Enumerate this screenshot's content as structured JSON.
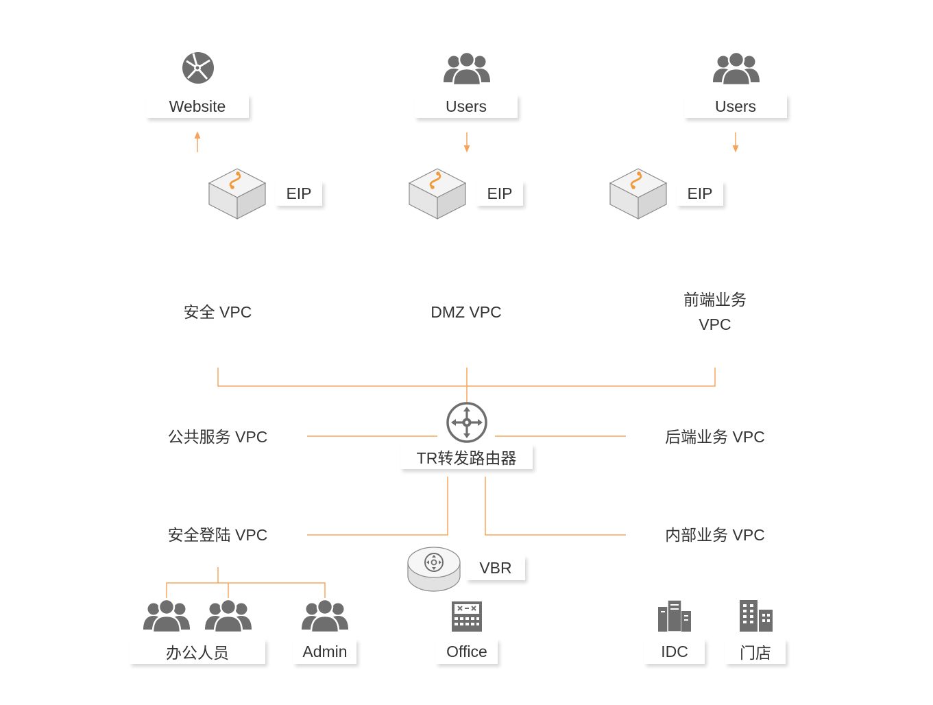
{
  "top": {
    "website": "Website",
    "users_1": "Users",
    "users_2": "Users"
  },
  "eip": {
    "label_1": "EIP",
    "label_2": "EIP",
    "label_3": "EIP"
  },
  "vpcs": {
    "security": "安全 VPC",
    "dmz": "DMZ VPC",
    "frontend_line1": "前端业务",
    "frontend_line2": "VPC",
    "public_service": "公共服务 VPC",
    "backend": "后端业务 VPC",
    "secure_login": "安全登陆 VPC",
    "internal": "内部业务 VPC"
  },
  "router": {
    "label": "TR转发路由器"
  },
  "vbr": {
    "label": "VBR"
  },
  "bottom": {
    "office_staff": "办公人员",
    "admin": "Admin",
    "office": "Office",
    "idc": "IDC",
    "store": "门店"
  },
  "colors": {
    "connector": "#f5a55b",
    "icon_gray": "#6e6e6e",
    "accent_orange": "#f29a3a"
  },
  "icons": [
    "globe-icon",
    "users-icon",
    "eip-icon",
    "router-icon",
    "vbr-icon",
    "office-building-icon",
    "idc-icon",
    "store-icon"
  ]
}
